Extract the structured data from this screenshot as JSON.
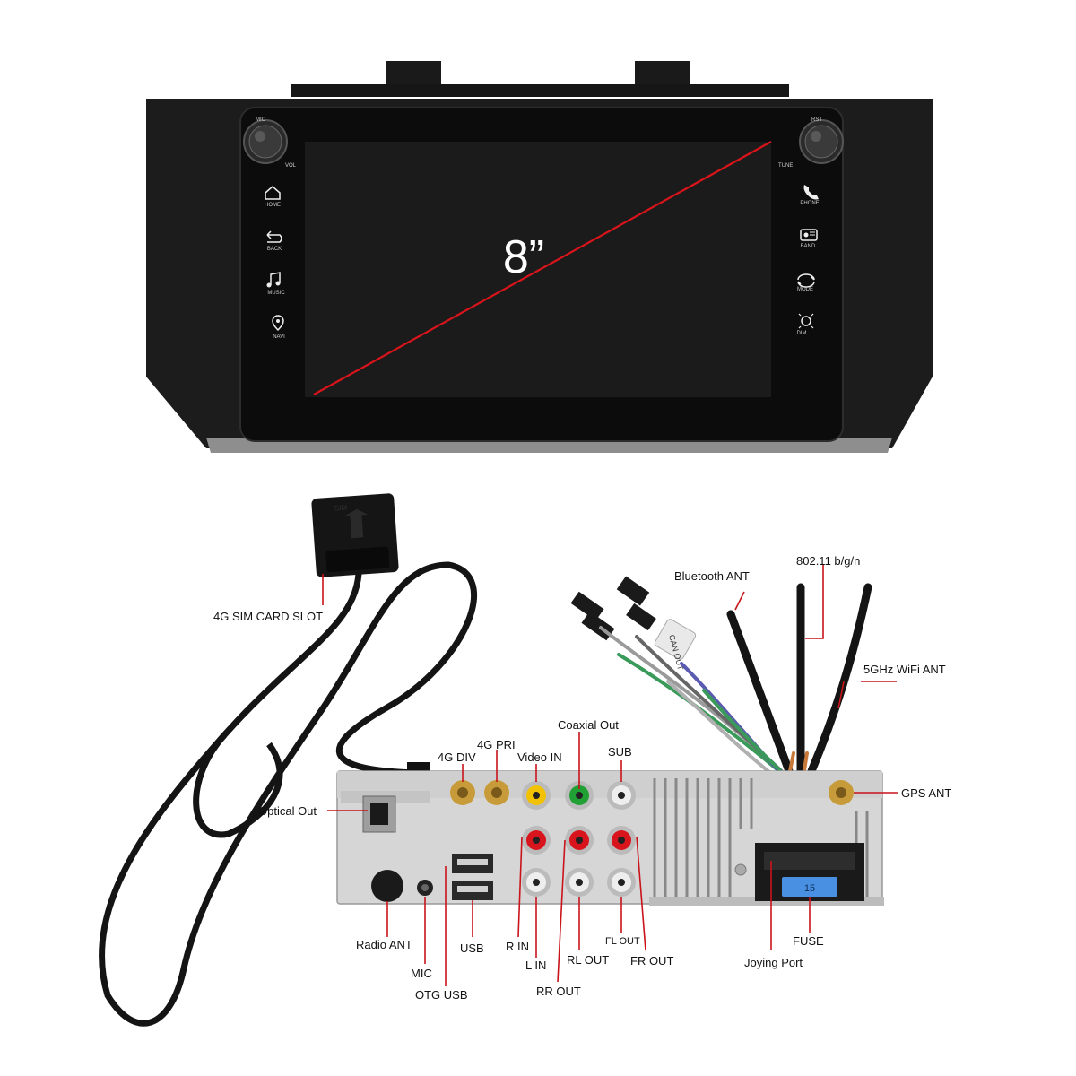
{
  "head_unit": {
    "screen_size": "8”",
    "knob_labels": {
      "mic": "MIC",
      "vol": "VOL",
      "rst": "RST",
      "tune": "TUNE"
    },
    "left_buttons": [
      {
        "label": "HOME",
        "icon": "home-icon"
      },
      {
        "label": "BACK",
        "icon": "back-icon"
      },
      {
        "label": "MUSIC",
        "icon": "music-icon"
      },
      {
        "label": "NAVI",
        "icon": "navigation-pin-icon"
      }
    ],
    "right_buttons": [
      {
        "label": "PHONE",
        "icon": "phone-icon"
      },
      {
        "label": "BAND",
        "icon": "radio-icon"
      },
      {
        "label": "MODE",
        "icon": "mode-icon"
      },
      {
        "label": "DIM",
        "icon": "dim-icon"
      }
    ]
  },
  "sim_tray_label": "SIM",
  "can_tag": "CAN OUT",
  "fuse_value": "15",
  "labels": {
    "sim_slot": "4G SIM CARD SLOT",
    "bluetooth_ant": "Bluetooth ANT",
    "wifi_24": "802.11 b/g/n",
    "wifi_5": "5GHz WiFi ANT",
    "coaxial_out": "Coaxial Out",
    "g4_pri": "4G PRI",
    "g4_div": "4G DIV",
    "video_in": "Video IN",
    "sub": "SUB",
    "gps_ant": "GPS ANT",
    "optical_out": "Optical Out",
    "radio_ant": "Radio ANT",
    "mic": "MIC",
    "otg_usb": "OTG USB",
    "usb": "USB",
    "r_in": "R IN",
    "l_in": "L IN",
    "rr_out": "RR OUT",
    "rl_out": "RL OUT",
    "fl_out": "FL OUT",
    "fr_out": "FR OUT",
    "joying_port": "Joying Port",
    "fuse": "FUSE"
  },
  "colors": {
    "bezel": "#111111",
    "frame": "#1a1a1a",
    "diagonal": "#d9141b",
    "leader": "#c8141a",
    "chassis": "#d6d6d6",
    "rca_yellow": "#f2c200",
    "rca_green": "#21a035",
    "rca_red": "#d8141c",
    "rca_white": "#eeeeee",
    "gold": "#c89b3a",
    "fuse_blue": "#4a90e2"
  }
}
